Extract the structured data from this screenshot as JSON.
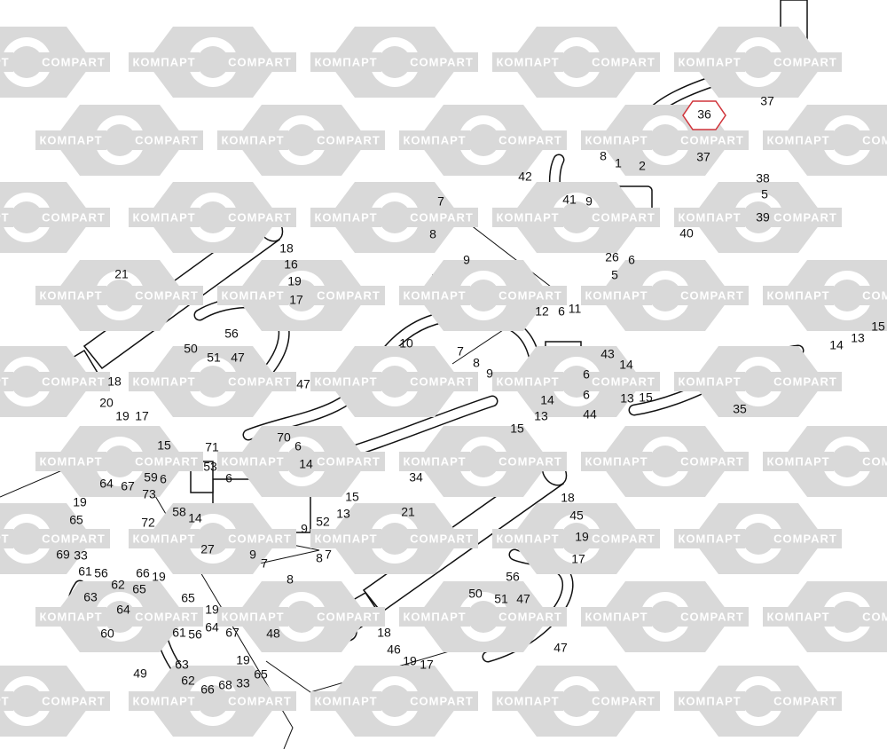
{
  "watermark": {
    "left_text": "КОМПАРТ",
    "right_text": "COMPART",
    "color": "#d9d9d9"
  },
  "highlight": {
    "label": "36",
    "color": "#d0343a"
  },
  "labels": [
    "37",
    "36",
    "37",
    "38",
    "5",
    "39",
    "1",
    "2",
    "8",
    "42",
    "41",
    "9",
    "40",
    "26",
    "5",
    "6",
    "7",
    "8",
    "9",
    "12",
    "6",
    "11",
    "43",
    "10",
    "7",
    "8",
    "9",
    "14",
    "13",
    "15",
    "6",
    "14",
    "6",
    "44",
    "13",
    "15",
    "35",
    "14",
    "13",
    "15",
    "21",
    "18",
    "16",
    "19",
    "17",
    "56",
    "50",
    "51",
    "47",
    "47",
    "18",
    "20",
    "19",
    "17",
    "15",
    "71",
    "59",
    "6",
    "73",
    "58",
    "72",
    "14",
    "53",
    "6",
    "70",
    "6",
    "14",
    "15",
    "13",
    "52",
    "9",
    "9",
    "7",
    "7",
    "8",
    "8",
    "34",
    "27",
    "64",
    "67",
    "19",
    "65",
    "33",
    "69",
    "61",
    "56",
    "62",
    "63",
    "66",
    "19",
    "65",
    "64",
    "60",
    "65",
    "61",
    "56",
    "64",
    "19",
    "67",
    "49",
    "63",
    "62",
    "66",
    "68",
    "33",
    "19",
    "65",
    "48",
    "21",
    "18",
    "45",
    "19",
    "17",
    "56",
    "50",
    "51",
    "47",
    "47",
    "18",
    "46",
    "19",
    "17"
  ]
}
